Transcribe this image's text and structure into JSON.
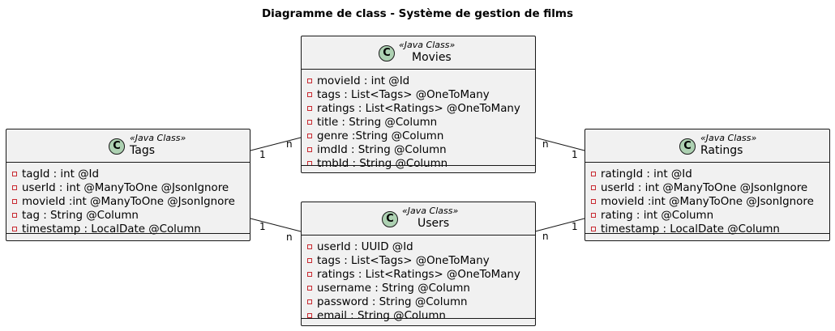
{
  "diagram": {
    "title": "Diagramme de class - Système de gestion de films"
  },
  "classes": {
    "movies": {
      "icon": "C",
      "stereotype": "«Java Class»",
      "name": "Movies",
      "attributes": [
        "movieId : int @Id",
        "tags : List<Tags> @OneToMany",
        "ratings : List<Ratings> @OneToMany",
        "title : String @Column",
        "genre :String @Column",
        "imdId : String @Column",
        "tmbId : String @Column"
      ]
    },
    "tags": {
      "icon": "C",
      "stereotype": "«Java Class»",
      "name": "Tags",
      "attributes": [
        "tagId : int @Id",
        "userId : int @ManyToOne @JsonIgnore",
        "movieId :int @ManyToOne @JsonIgnore",
        "tag : String @Column",
        "timestamp : LocalDate @Column"
      ]
    },
    "users": {
      "icon": "C",
      "stereotype": "«Java Class»",
      "name": "Users",
      "attributes": [
        "userId : UUID @Id",
        "tags : List<Tags> @OneToMany",
        "ratings : List<Ratings> @OneToMany",
        "username : String @Column",
        "password : String @Column",
        "email : String @Column"
      ]
    },
    "ratings": {
      "icon": "C",
      "stereotype": "«Java Class»",
      "name": "Ratings",
      "attributes": [
        "ratingId : int @Id",
        "userId : int @ManyToOne @JsonIgnore",
        "movieId :int @ManyToOne @JsonIgnore",
        "rating : int @Column",
        "timestamp : LocalDate @Column"
      ]
    }
  },
  "relations": {
    "tags_movies": {
      "from_mult": "1",
      "to_mult": "n"
    },
    "tags_users": {
      "from_mult": "1",
      "to_mult": "n"
    },
    "movies_ratings": {
      "from_mult": "n",
      "to_mult": "1"
    },
    "users_ratings": {
      "from_mult": "n",
      "to_mult": "1"
    }
  },
  "colors": {
    "box_fill": "#f1f1f1",
    "border": "#181818",
    "class_icon": "#add1b2",
    "private_marker": "#c82930"
  }
}
